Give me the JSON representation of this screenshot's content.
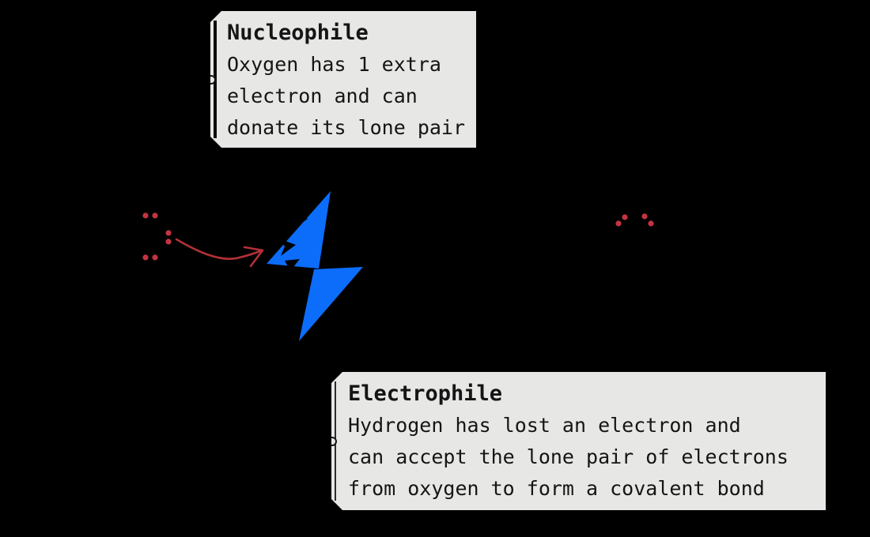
{
  "canvas": {
    "background": "#000000"
  },
  "colors": {
    "lone_pair_red": "#c43440",
    "arrow_red": "#b23138",
    "bolt_blue": "#0c6dfb",
    "callout_bg": "#e7e7e6",
    "callout_text": "#151515"
  },
  "callouts": {
    "nucleophile": {
      "title": "Nucleophile",
      "lines": [
        "Oxygen has 1 extra",
        "electron and can",
        "donate its lone pair"
      ]
    },
    "electrophile": {
      "title": "Electrophile",
      "lines": [
        "Hydrogen has lost an electron and",
        "can accept the lone pair of electrons",
        "from oxygen to form a covalent bond"
      ]
    }
  },
  "diagram": {
    "bolt_icon": "lightning-bolt",
    "water_lone_pair_dot_count": 6,
    "product_lone_pair_dot_count": 4,
    "curly_arrow": "lone-pair-to-electrophile"
  }
}
